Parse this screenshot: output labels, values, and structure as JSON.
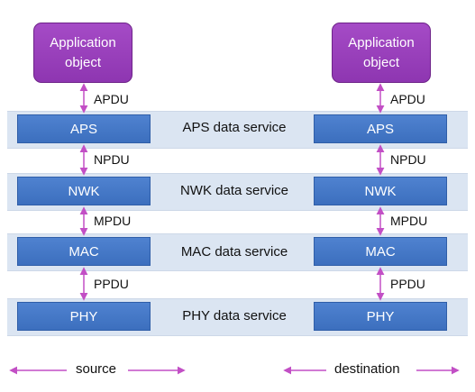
{
  "app_object": {
    "line1": "Application",
    "line2": "object"
  },
  "layers": [
    {
      "name": "APS",
      "service": "APS data service",
      "pdu_above": "APDU"
    },
    {
      "name": "NWK",
      "service": "NWK data service",
      "pdu_above": "NPDU"
    },
    {
      "name": "MAC",
      "service": "MAC data service",
      "pdu_above": "MPDU"
    },
    {
      "name": "PHY",
      "service": "PHY data service",
      "pdu_above": "PPDU"
    }
  ],
  "bottom": {
    "source": "source",
    "destination": "destination"
  },
  "colors": {
    "app_fill": "#9b41bd",
    "layer_fill": "#4577c7",
    "band_fill": "#dbe5f2",
    "arrow": "#c24fc5"
  }
}
